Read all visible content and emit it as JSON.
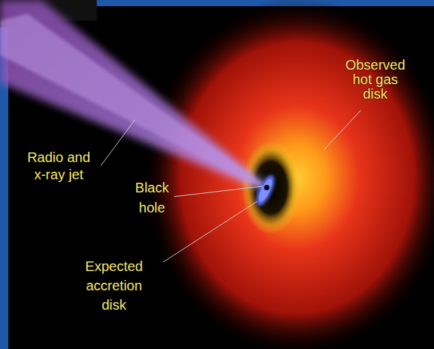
{
  "diagram": {
    "labels": [
      "Observed hot gas disk",
      "Radio and x-ray jet",
      "Black hole",
      "Expected accretion disk"
    ]
  }
}
